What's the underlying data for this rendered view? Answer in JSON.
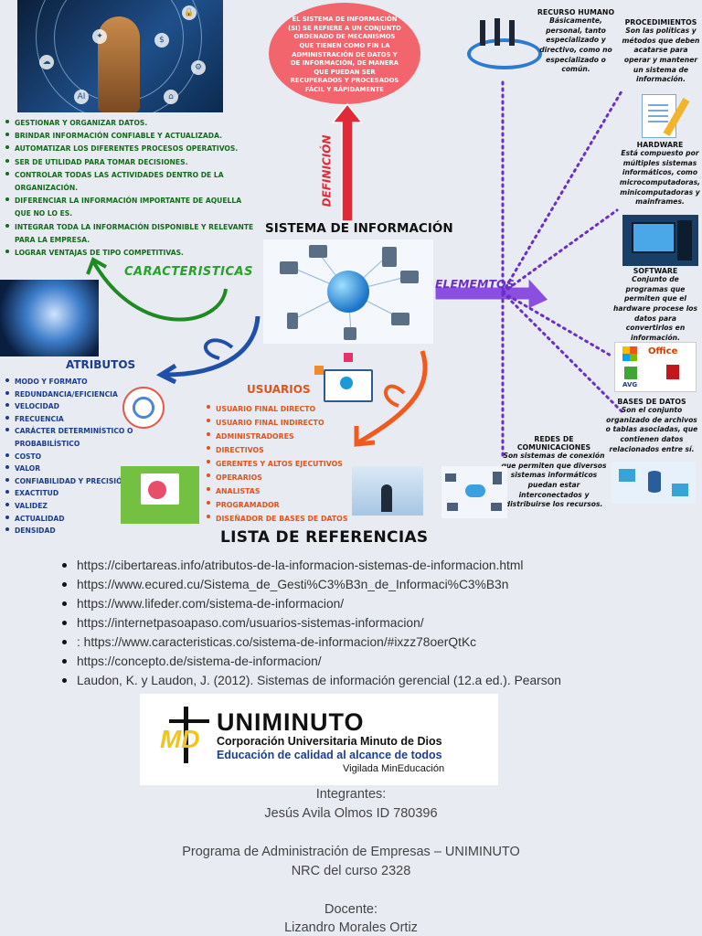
{
  "definition": {
    "label": "DEFINICIÓN",
    "text": "El sistema de información (SI) se refiere a un conjunto ordenado de mecanismos que tienen como fin la administración de datos y de información, de manera que puedan ser recuperados y procesados fácil y rápidamente"
  },
  "central_title": "SISTEMA DE INFORMACIÓN",
  "characteristics": {
    "title": "CARACTERISTICAS",
    "items": [
      "Gestionar y organizar datos.",
      "Brindar información confiable y actualizada.",
      "Automatizar los diferentes procesos operativos.",
      "Ser de utilidad para tomar decisiones.",
      "Controlar todas las actividades dentro de la organización.",
      "Diferenciar la información importante de aquella que no lo es.",
      "Integrar toda la información disponible y relevante para la empresa.",
      "Lograr ventajas de tipo competitivas."
    ]
  },
  "attributes": {
    "title": "ATRIBUTOS",
    "items": [
      "Modo y formato",
      "Redundancia/Eficiencia",
      "Velocidad",
      "Frecuencia",
      "Carácter determinístico o probabilístico",
      "Costo",
      "Valor",
      "Confiabilidad y precisión",
      "Exactitud",
      "Validez",
      "Actualidad",
      "Densidad"
    ]
  },
  "users": {
    "title": "USUARIOS",
    "items": [
      "Usuario final directo",
      "Usuario final indirecto",
      "Administradores",
      "Directivos",
      "Gerentes y altos ejecutivos",
      "Operarios",
      "Analistas",
      "Programador",
      "Diseñador de bases de datos"
    ]
  },
  "elements": {
    "title": "ELEMEMTOS",
    "items": [
      {
        "title": "RECURSO HUMANO",
        "text": "Básicamente, personal, tanto especializado y directivo, como no especializado o común."
      },
      {
        "title": "PROCEDIMIENTOS",
        "text": "Son las políticas y métodos que deben acatarse para operar y mantener un sistema de información."
      },
      {
        "title": "HARDWARE",
        "text": "Está compuesto por múltiples sistemas informáticos, como microcomputadoras, minicomputadoras y mainframes."
      },
      {
        "title": "SOFTWARE",
        "text": "Conjunto de programas que permiten que el hardware procese los datos para convertirlos en información."
      },
      {
        "title": "BASES DE DATOS",
        "text": "Son el conjunto organizado de archivos o tablas asociadas, que contienen datos relacionados entre sí."
      },
      {
        "title": "REDES DE COMUNICACIONES",
        "text": "Son sistemas de conexión que permiten que diversos sistemas informáticos puedan estar interconectados y distribuirse los recursos."
      }
    ]
  },
  "hero_icons": [
    "AI",
    "$"
  ],
  "software_logos": {
    "office": "Office",
    "avg": "AVG"
  },
  "references": {
    "title": "LISTA DE REFERENCIAS",
    "items": [
      "https://cibertareas.info/atributos-de-la-informacion-sistemas-de-informacion.html",
      "https://www.ecured.cu/Sistema_de_Gesti%C3%B3n_de_Informaci%C3%B3n",
      "https://www.lifeder.com/sistema-de-informacion/",
      "https://internetpasoapaso.com/usuarios-sistemas-informacion/",
      ": https://www.caracteristicas.co/sistema-de-informacion/#ixzz78oerQtKc",
      "https://concepto.de/sistema-de-informacion/",
      "Laudon, K. y Laudon, J. (2012). Sistemas de información gerencial (12.a ed.). Pearson"
    ]
  },
  "logo": {
    "mark": "MD",
    "name": "UNIMINUTO",
    "line1": "Corporación Universitaria Minuto de Dios",
    "line2": "Educación de calidad al alcance de todos",
    "line3": "Vigilada MinEducación"
  },
  "footer": {
    "integrantes_label": "Integrantes:",
    "student": "Jesús Avila Olmos ID 780396",
    "program": "Programa de Administración de Empresas – UNIMINUTO",
    "nrc": "NRC del curso 2328",
    "docente_label": "Docente:",
    "teacher": "Lizandro Morales Ortiz"
  },
  "colors": {
    "definition": "#f2656c",
    "arrow_red": "#e02a37",
    "characteristics": "#126b1a",
    "attributes": "#1b3c8c",
    "users": "#e0531c",
    "elements": "#6b2fc9"
  }
}
